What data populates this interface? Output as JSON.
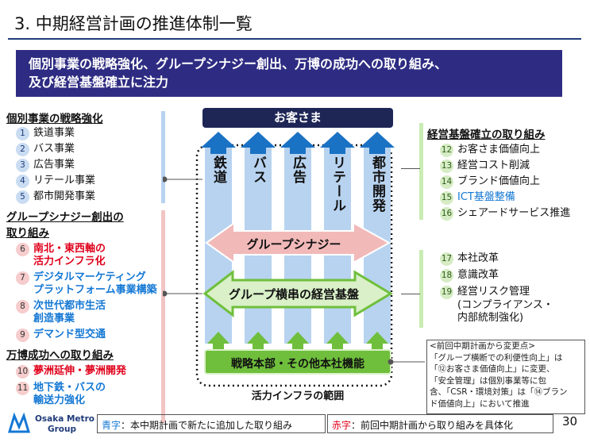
{
  "title": "3. 中期経営計画の推進体制一覧",
  "banner": {
    "line1": "個別事業の戦略強化、グループシナジー創出、万博の成功への取り組み、",
    "line2": "及び経営基盤確立に注力"
  },
  "left": {
    "sec1": {
      "heading": "個別事業の戦略強化",
      "items": [
        {
          "n": "1",
          "t": "鉄道事業"
        },
        {
          "n": "2",
          "t": "バス事業"
        },
        {
          "n": "3",
          "t": "広告事業"
        },
        {
          "n": "4",
          "t": "リテール事業"
        },
        {
          "n": "5",
          "t": "都市開発事業"
        }
      ]
    },
    "sec2": {
      "heading1": "グループシナジー創出の",
      "heading2": "取り組み",
      "items": [
        {
          "n": "6",
          "l1": "南北・東西軸の",
          "l2": "活力インフラ化"
        },
        {
          "n": "7",
          "l1": "デジタルマーケティング",
          "l2": "プラットフォーム事業構築"
        },
        {
          "n": "8",
          "l1": "次世代都市生活",
          "l2": "創造事業"
        },
        {
          "n": "9",
          "l1": "デマンド型交通",
          "l2": ""
        }
      ]
    },
    "sec3": {
      "heading": "万博成功への取り組み",
      "items": [
        {
          "n": "10",
          "l1": "夢洲延伸・夢洲開発",
          "l2": ""
        },
        {
          "n": "11",
          "l1": "地下鉄・バスの",
          "l2": "輸送力強化"
        }
      ]
    }
  },
  "center": {
    "customer": "お客さま",
    "columns": [
      "鉄道",
      "バス",
      "広告",
      "リテール",
      "都市開発"
    ],
    "synergy": "グループシナジー",
    "cross": "グループ横串の経営基盤",
    "hq": "戦略本部・その他本社機能",
    "range": "活力インフラの範囲"
  },
  "right": {
    "sec1": {
      "heading": "経営基盤確立の取り組み",
      "items": [
        {
          "n": "12",
          "t": "お客さま価値向上"
        },
        {
          "n": "13",
          "t": "経営コスト削減"
        },
        {
          "n": "14",
          "t": "ブランド価値向上"
        },
        {
          "n": "15",
          "t": "ICT基盤整備"
        },
        {
          "n": "16",
          "t": "シェアードサービス推進"
        }
      ]
    },
    "sec2": {
      "items": [
        {
          "n": "17",
          "t": "本社改革"
        },
        {
          "n": "18",
          "t": "意識改革"
        },
        {
          "n": "19",
          "t": "経営リスク管理"
        }
      ],
      "sub1": "(コンプライアンス・",
      "sub2": "内部統制強化)"
    },
    "note": [
      "<前回中期計画から変更点>",
      "「グループ横断での利便性向上」は",
      "「⑫お客さま価値向上」に変更、",
      "「安全管理」は個別事業等に包",
      "含、「CSR・環境対策」は「⑭ブラン",
      "ド価値向上」において推進"
    ]
  },
  "footer": {
    "logo1": "Osaka Metro",
    "logo2": "Group",
    "blue_key": "青字",
    "blue_desc": "：本中期計画で新たに追加した取り組み",
    "red_key": "赤字",
    "red_desc": "：前回中期計画から取り組みを具体化",
    "page": "30"
  },
  "colors": {
    "navy": "#2e2c82",
    "blue_col": "#b8d3f0",
    "arrow_blue": "#1a72c4",
    "pink": "#f2b9b9",
    "green": "#6fbf3c",
    "red": "#e0001b",
    "bluetext": "#1478d4"
  }
}
